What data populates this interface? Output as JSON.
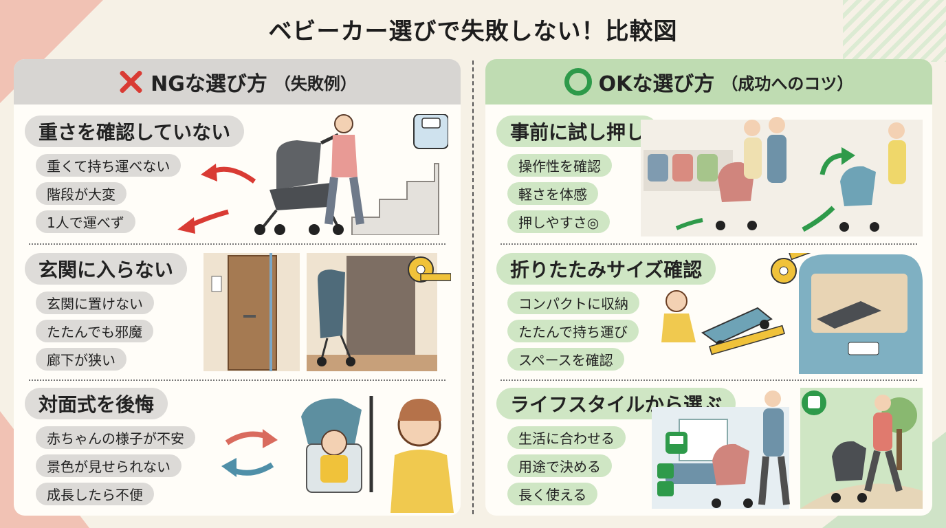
{
  "title": "ベビーカー選びで失敗しない！比較図",
  "ng": {
    "header": "NGな選び方",
    "header_sub": "（失敗例）",
    "sections": [
      {
        "title": "重さを確認していない",
        "items": [
          "重くて持ち運べない",
          "階段が大変",
          "1人で運べず"
        ]
      },
      {
        "title": "玄関に入らない",
        "items": [
          "玄関に置けない",
          "たたんでも邪魔",
          "廊下が狭い"
        ]
      },
      {
        "title": "対面式を後悔",
        "items": [
          "赤ちゃんの様子が不安",
          "景色が見せられない",
          "成長したら不便"
        ]
      }
    ]
  },
  "ok": {
    "header": "OKな選び方",
    "header_sub": "（成功へのコツ）",
    "sections": [
      {
        "title": "事前に試し押し",
        "items": [
          "操作性を確認",
          "軽さを体感",
          "押しやすさ◎"
        ]
      },
      {
        "title": "折りたたみサイズ確認",
        "items": [
          "コンパクトに収納",
          "たたんで持ち運び",
          "スペースを確認"
        ]
      },
      {
        "title": "ライフスタイルから選ぶ",
        "items": [
          "生活に合わせる",
          "用途で決める",
          "長く使える"
        ]
      }
    ]
  },
  "colors": {
    "ng_red": "#d93b34",
    "ok_green": "#2e9a4a",
    "ng_header": "#d7d5d2",
    "ok_header": "#bfdcb2"
  },
  "icons": [
    "x-mark-icon",
    "circle-mark-icon",
    "scale-icon",
    "stroller-icon",
    "stairs-icon",
    "door-icon",
    "tape-measure-icon",
    "swap-arrows-icon",
    "train-icon",
    "car-trunk-icon",
    "ruler-icon"
  ]
}
